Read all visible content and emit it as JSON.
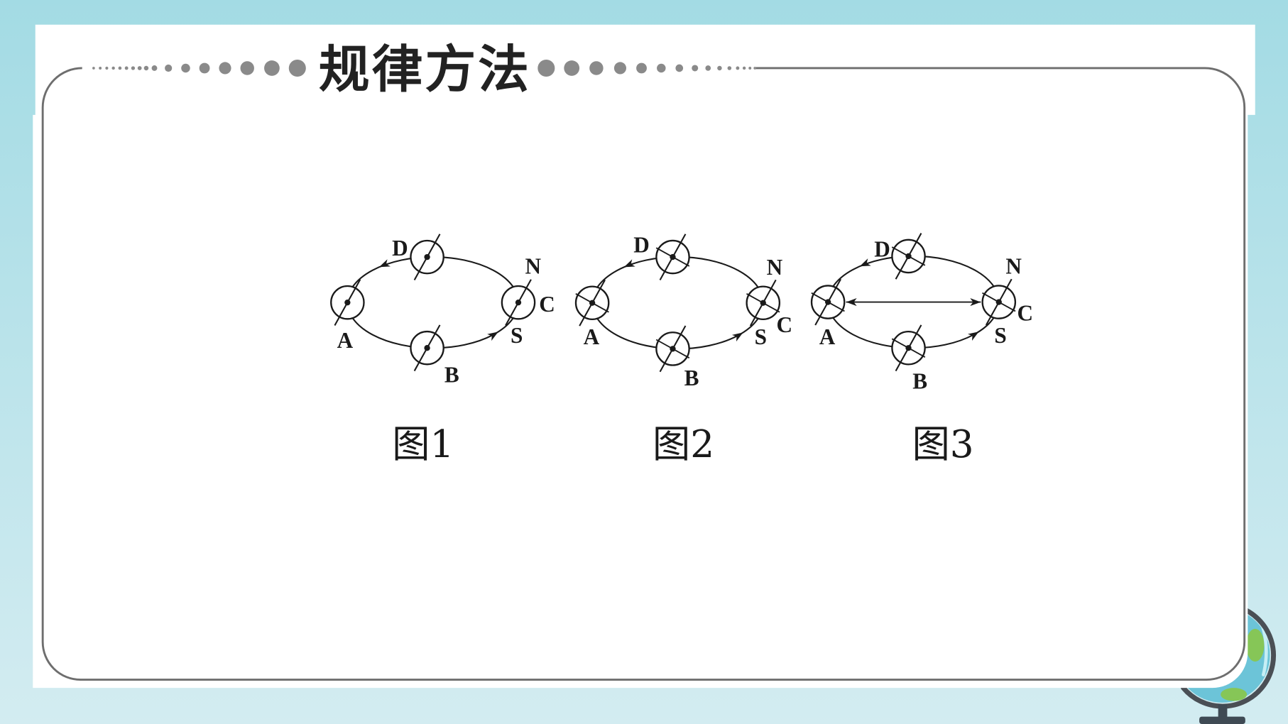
{
  "slide": {
    "title": "规律方法"
  },
  "figures": [
    {
      "caption": "图1",
      "labels": {
        "A": "A",
        "B": "B",
        "C": "C",
        "D": "D",
        "N": "N",
        "S": "S"
      }
    },
    {
      "caption": "图2",
      "labels": {
        "A": "A",
        "B": "B",
        "C": "C",
        "D": "D",
        "N": "N",
        "S": "S"
      }
    },
    {
      "caption": "图3",
      "labels": {
        "A": "A",
        "B": "B",
        "C": "C",
        "D": "D",
        "N": "N",
        "S": "S"
      }
    }
  ],
  "decoration": {
    "corner_icon": "globe-icon"
  },
  "colors": {
    "background_top": "#a3dbe4",
    "background_bottom": "#d3ecf1",
    "panel": "#ffffff",
    "frame": "#6e6e6e",
    "title_dots": "#8a8a8a",
    "title_text": "#222222",
    "diagram_ink": "#1a1a1a"
  }
}
